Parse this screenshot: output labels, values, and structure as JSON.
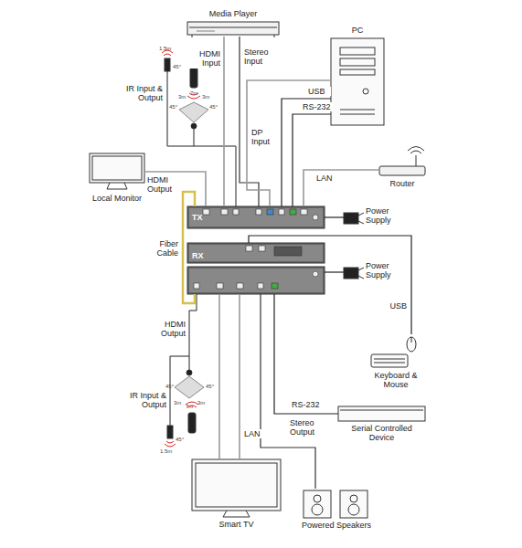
{
  "diagram": {
    "nodes": [
      {
        "text": [
          "Media Player"
        ]
      },
      {
        "text": [
          "PC"
        ]
      },
      {
        "text": [
          "Router"
        ]
      },
      {
        "text": [
          "Local Monitor"
        ]
      },
      {
        "text": [
          "TX"
        ]
      },
      {
        "text": [
          "Power Supply"
        ]
      },
      {
        "text": [
          "RX"
        ]
      },
      {
        "text": [
          "Power Supply"
        ]
      },
      {
        "text": [
          "Keyboard & Mouse"
        ]
      },
      {
        "text": [
          "Serial Controlled Device"
        ]
      },
      {
        "text": [
          "Smart TV"
        ]
      },
      {
        "text": [
          "Powered Speakers"
        ]
      }
    ],
    "edges": [
      {
        "from": 0,
        "to": 4,
        "label": "HDMI Input",
        "arrow": "none"
      },
      {
        "from": 0,
        "to": 4,
        "label": "Stereo Input",
        "arrow": "none"
      },
      {
        "from": 1,
        "to": 4,
        "label": "DP Input",
        "arrow": "none"
      },
      {
        "from": 1,
        "to": 4,
        "label": "USB",
        "arrow": "none"
      },
      {
        "from": 1,
        "to": 4,
        "label": "RS-232",
        "arrow": "none"
      },
      {
        "from": 2,
        "to": 4,
        "label": "LAN",
        "arrow": "none"
      },
      {
        "from": 3,
        "to": 4,
        "label": "HDMI Output",
        "arrow": "none"
      },
      {
        "from": 4,
        "to": 5,
        "arrow": "none"
      },
      {
        "from": 4,
        "to": 6,
        "label": "Fiber Cable",
        "arrow": "none"
      },
      {
        "from": 6,
        "to": 7,
        "arrow": "none"
      },
      {
        "from": 6,
        "to": 8,
        "label": "USB",
        "arrow": "none"
      },
      {
        "from": 6,
        "to": 9,
        "label": "RS-232",
        "arrow": "none"
      },
      {
        "from": 6,
        "to": 10,
        "label": "HDMI Output",
        "arrow": "none"
      },
      {
        "from": 6,
        "to": 10,
        "label": "LAN",
        "arrow": "none"
      },
      {
        "from": 6,
        "to": 11,
        "label": "Stereo Output",
        "arrow": "none"
      }
    ],
    "labels": [
      "IR Input & Output",
      "1.5m",
      "45°",
      "3m",
      "7m",
      "3m",
      "45°",
      "45°",
      "IR Input & Output",
      "3m",
      "7m",
      "3m",
      "45°",
      "45°",
      "1.5m",
      "45°"
    ]
  }
}
